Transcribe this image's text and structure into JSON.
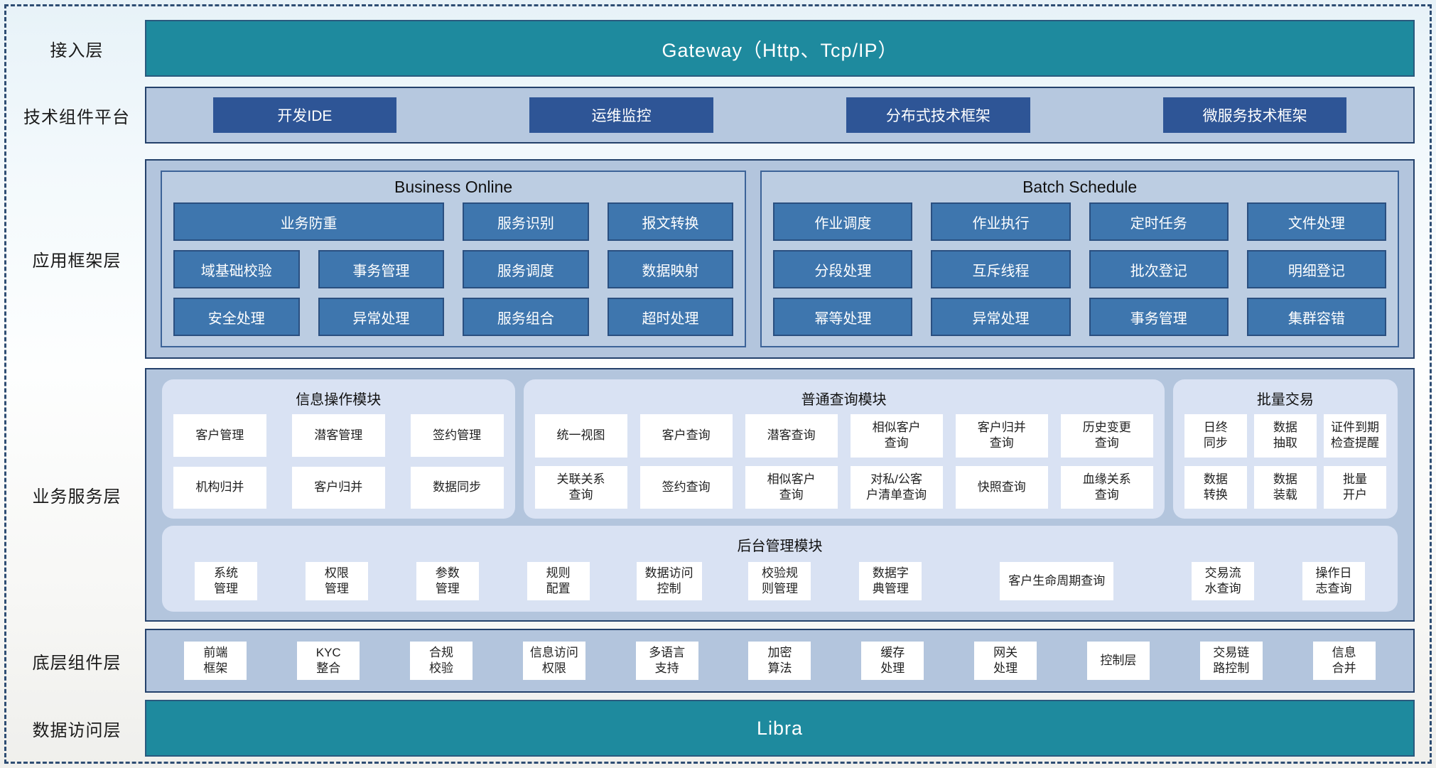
{
  "layers": {
    "access": {
      "label": "接入层",
      "bar_text": "Gateway（Http、Tcp/IP）"
    },
    "tech": {
      "label": "技术组件平台",
      "buttons": [
        "开发IDE",
        "运维监控",
        "分布式技术框架",
        "微服务技术框架"
      ]
    },
    "app": {
      "label": "应用框架层",
      "panels": [
        {
          "title": "Business Online",
          "rows": [
            [
              {
                "label": "业务防重",
                "span": 2
              },
              "服务识别",
              "报文转换"
            ],
            [
              "域基础校验",
              "事务管理",
              "服务调度",
              "数据映射"
            ],
            [
              "安全处理",
              "异常处理",
              "服务组合",
              "超时处理"
            ]
          ]
        },
        {
          "title": "Batch Schedule",
          "rows": [
            [
              "作业调度",
              "作业执行",
              "定时任务",
              "文件处理"
            ],
            [
              "分段处理",
              "互斥线程",
              "批次登记",
              "明细登记"
            ],
            [
              "幂等处理",
              "异常处理",
              "事务管理",
              "集群容错"
            ]
          ]
        }
      ]
    },
    "business": {
      "label": "业务服务层",
      "modules": [
        {
          "title": "信息操作模块",
          "rows": [
            [
              "客户管理",
              "潜客管理",
              "签约管理"
            ],
            [
              "机构归并",
              "客户归并",
              "数据同步"
            ]
          ]
        },
        {
          "title": "普通查询模块",
          "rows": [
            [
              "统一视图",
              "客户查询",
              "潜客查询",
              "相似客户\n查询",
              "客户归并\n查询",
              "历史变更\n查询"
            ],
            [
              "关联关系\n查询",
              "签约查询",
              "相似客户\n查询",
              "对私/公客\n户清单查询",
              "快照查询",
              "血缘关系\n查询"
            ]
          ]
        },
        {
          "title": "批量交易",
          "rows": [
            [
              "日终\n同步",
              "数据\n抽取",
              "证件到期\n检查提醒"
            ],
            [
              "数据\n转换",
              "数据\n装载",
              "批量\n开户"
            ]
          ]
        },
        {
          "title": "后台管理模块",
          "rows": [
            [
              "系统\n管理",
              "权限\n管理",
              "参数\n管理",
              "规则\n配置",
              "数据访问\n控制",
              "校验规\n则管理",
              "数据字\n典管理",
              {
                "label": "客户生命周期查询",
                "span": 2
              },
              "交易流\n水查询",
              "操作日\n志查询"
            ]
          ]
        }
      ]
    },
    "base": {
      "label": "底层组件层",
      "buttons": [
        "前端\n框架",
        "KYC\n整合",
        "合规\n校验",
        "信息访问\n权限",
        "多语言\n支持",
        "加密\n算法",
        "缓存\n处理",
        "网关\n处理",
        "控制层",
        "交易链\n路控制",
        "信息\n合并"
      ]
    },
    "data": {
      "label": "数据访问层",
      "bar_text": "Libra"
    }
  },
  "colors": {
    "teal_bar": "#1e8a9e",
    "navy_button": "#2e5596",
    "framework_button": "#3e76ae",
    "band_background": "#b3c5dd",
    "module_background": "#d9e2f3",
    "border_navy": "#24416b",
    "dashed_frame": "#2e4d73",
    "white_chip": "#ffffff"
  }
}
